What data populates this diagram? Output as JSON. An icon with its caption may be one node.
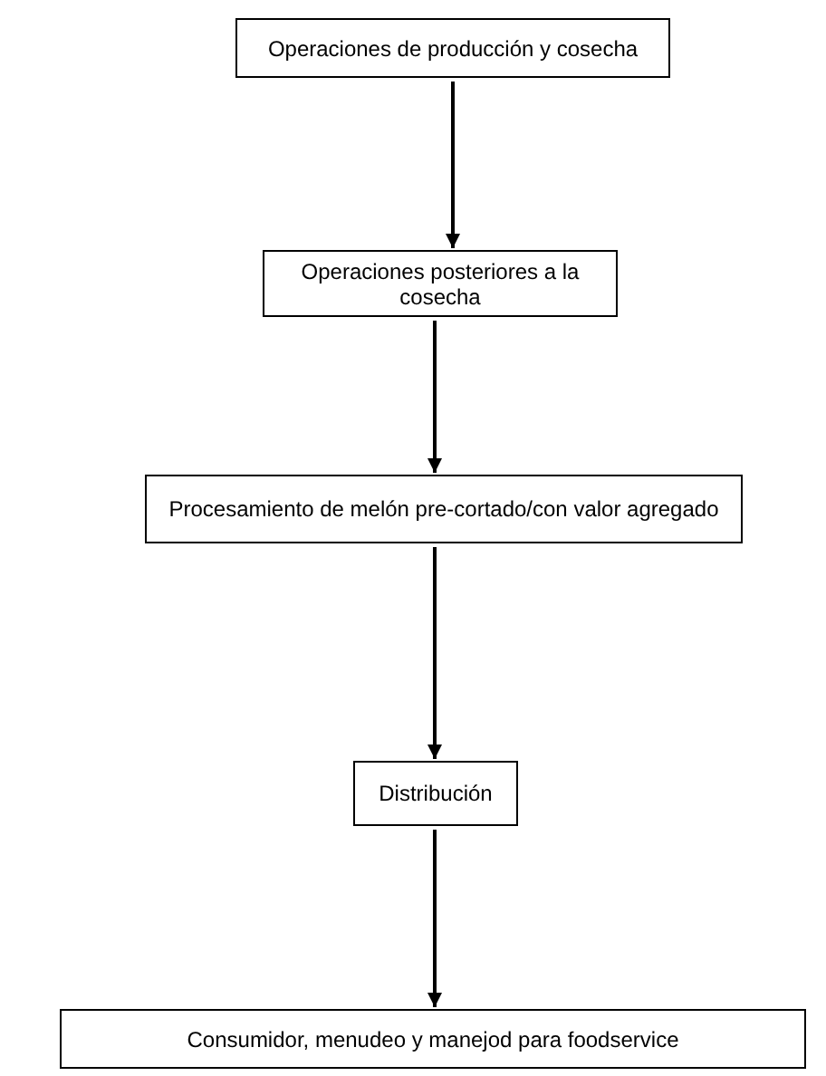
{
  "diagram": {
    "nodes": [
      {
        "text": [
          "Operaciones de producción y cosecha"
        ]
      },
      {
        "text": [
          "Operaciones posteriores a la cosecha"
        ]
      },
      {
        "text": [
          "Procesamiento de melón pre-cortado/con valor agregado"
        ]
      },
      {
        "text": [
          "Distribución"
        ]
      },
      {
        "text": [
          "Consumidor, menudeo y manejod para foodservice"
        ]
      }
    ],
    "edges": [
      {
        "from": 0,
        "to": 1,
        "arrow": "to"
      },
      {
        "from": 1,
        "to": 2,
        "arrow": "to"
      },
      {
        "from": 2,
        "to": 3,
        "arrow": "to"
      },
      {
        "from": 3,
        "to": 4,
        "arrow": "to"
      }
    ]
  }
}
